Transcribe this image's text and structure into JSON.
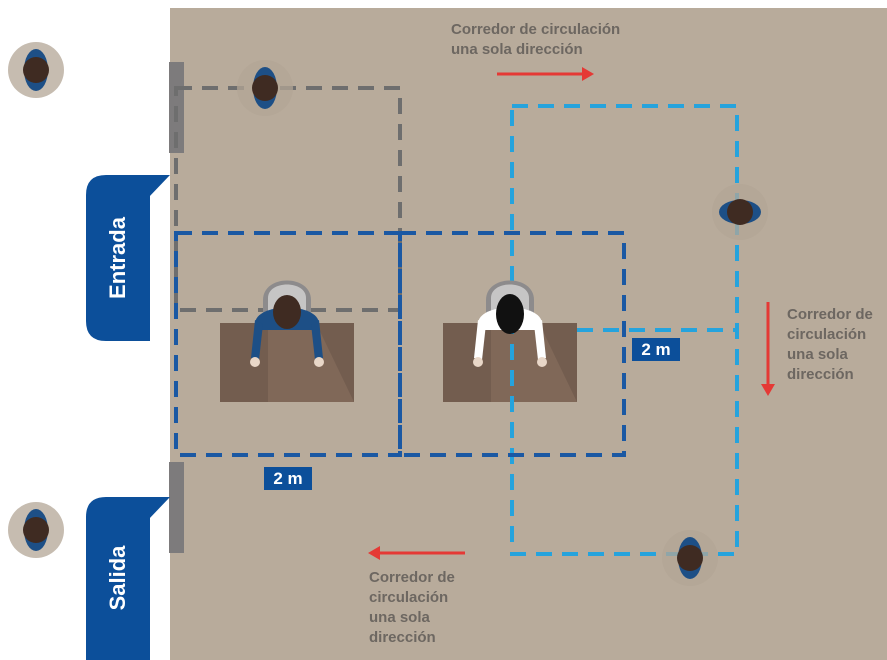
{
  "colors": {
    "floor": "#b8ab9b",
    "wall": "#7d7b7c",
    "brand_blue": "#0c4f9a",
    "dark_blue_dash": "#1a58a3",
    "light_blue_dash": "#25a3dd",
    "gray_dash": "#6e6e6e",
    "arrow_red": "#e53935",
    "label_gray": "#6d6761",
    "desk": "#735d4f"
  },
  "tabs": {
    "entrance": "Entrada",
    "exit": "Salida"
  },
  "corridors": {
    "top": "Corredor de circulación\nuna sola dirección",
    "right": "Corredor de\ncirculación\nuna sola\ndirección",
    "bottom": "Corredor de\ncirculación\nuna sola\ndirección"
  },
  "distance_tags": {
    "bottom": "2 m",
    "right": "2 m"
  },
  "icons": {
    "person": "person-topdown-icon",
    "arrow": "arrow-icon",
    "desk": "desk-icon",
    "chair": "chair-icon"
  }
}
